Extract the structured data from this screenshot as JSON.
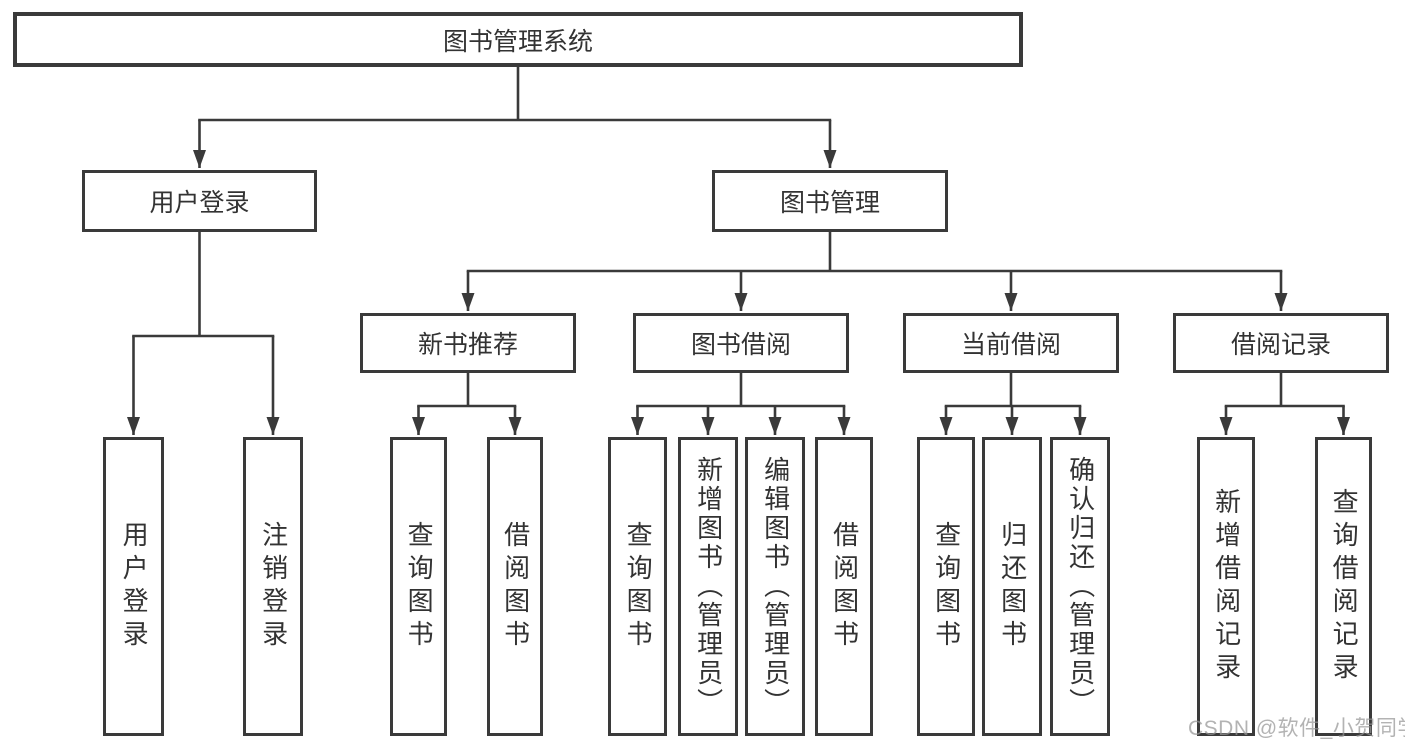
{
  "tree": {
    "root": "图书管理系统",
    "branches": [
      {
        "label": "用户登录",
        "children": [
          "用户登录",
          "注销登录"
        ]
      },
      {
        "label": "图书管理",
        "groups": [
          {
            "label": "新书推荐",
            "children": [
              "查询图书",
              "借阅图书"
            ]
          },
          {
            "label": "图书借阅",
            "children": [
              "查询图书",
              "新增图书（管理员）",
              "编辑图书（管理员）",
              "借阅图书"
            ]
          },
          {
            "label": "当前借阅",
            "children": [
              "查询图书",
              "归还图书",
              "确认归还（管理员）"
            ]
          },
          {
            "label": "借阅记录",
            "children": [
              "新增借阅记录",
              "查询借阅记录"
            ]
          }
        ]
      }
    ]
  },
  "watermark": {
    "text": "CSDN @软件_小贺同学"
  },
  "colors": {
    "line": "#3a3a3a",
    "box_border": "#3a3a3a",
    "text": "#333333",
    "watermark": "#969696",
    "background": "#ffffff"
  }
}
